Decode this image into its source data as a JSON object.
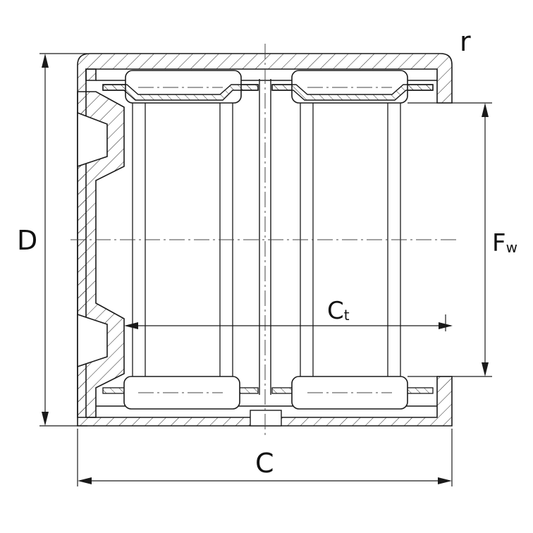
{
  "labels": {
    "r": "r",
    "D": "D",
    "F_main": "F",
    "F_sub": "w",
    "C_t_main": "C",
    "C_t_sub": "t",
    "C": "C"
  },
  "colors": {
    "line": "#1a1a1a",
    "hatch": "#333333",
    "background": "#ffffff"
  }
}
